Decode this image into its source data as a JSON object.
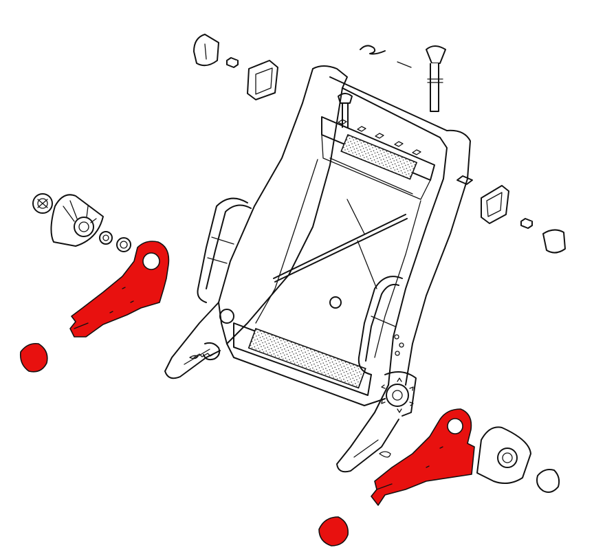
{
  "colors": {
    "background": "#ffffff",
    "line": "#111111",
    "highlight": "#e8110f"
  },
  "diagram": {
    "parts": [
      {
        "name": "seat-back-frame",
        "highlighted": false
      },
      {
        "name": "recliner-bracket-left",
        "highlighted": true
      },
      {
        "name": "recliner-bracket-right",
        "highlighted": true
      },
      {
        "name": "cover-cap-left",
        "highlighted": true
      },
      {
        "name": "cover-cap-right",
        "highlighted": true
      },
      {
        "name": "recliner-knob-left",
        "highlighted": false
      },
      {
        "name": "recliner-knob-right",
        "highlighted": false
      },
      {
        "name": "headrest-guide-left",
        "highlighted": false
      },
      {
        "name": "headrest-guide-right",
        "highlighted": false
      },
      {
        "name": "headrest-guide-rod",
        "highlighted": false
      }
    ]
  }
}
